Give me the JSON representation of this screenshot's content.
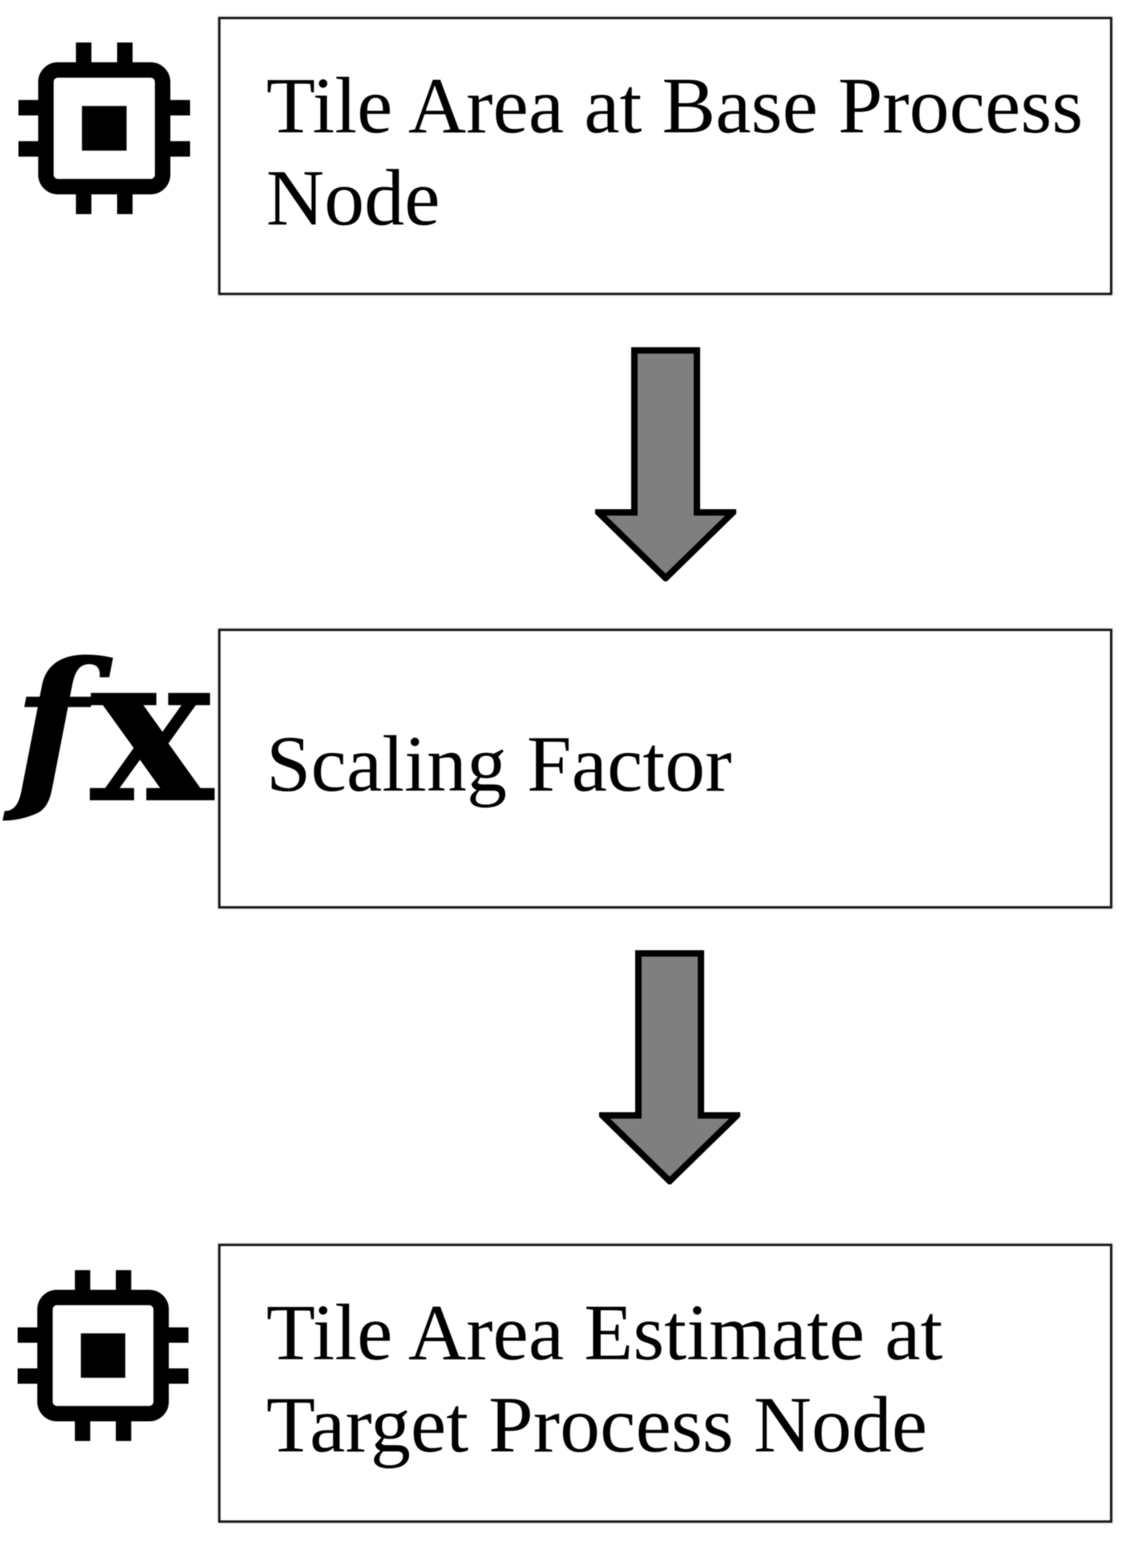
{
  "nodes": [
    {
      "icon": "chip-icon",
      "lines": [
        "Tile Area at Base Process",
        "Node"
      ]
    },
    {
      "icon": "function-icon",
      "lines": [
        "Scaling Factor"
      ]
    },
    {
      "icon": "chip-icon",
      "lines": [
        "Tile Area Estimate at",
        "Target Process Node"
      ]
    }
  ],
  "connectors": [
    {
      "type": "down-arrow"
    },
    {
      "type": "down-arrow"
    }
  ],
  "colors": {
    "arrow_fill": "#7f7f7f",
    "arrow_outline": "#000000",
    "box_border": "#1b1b1b",
    "text": "#000000",
    "background": "#ffffff"
  }
}
